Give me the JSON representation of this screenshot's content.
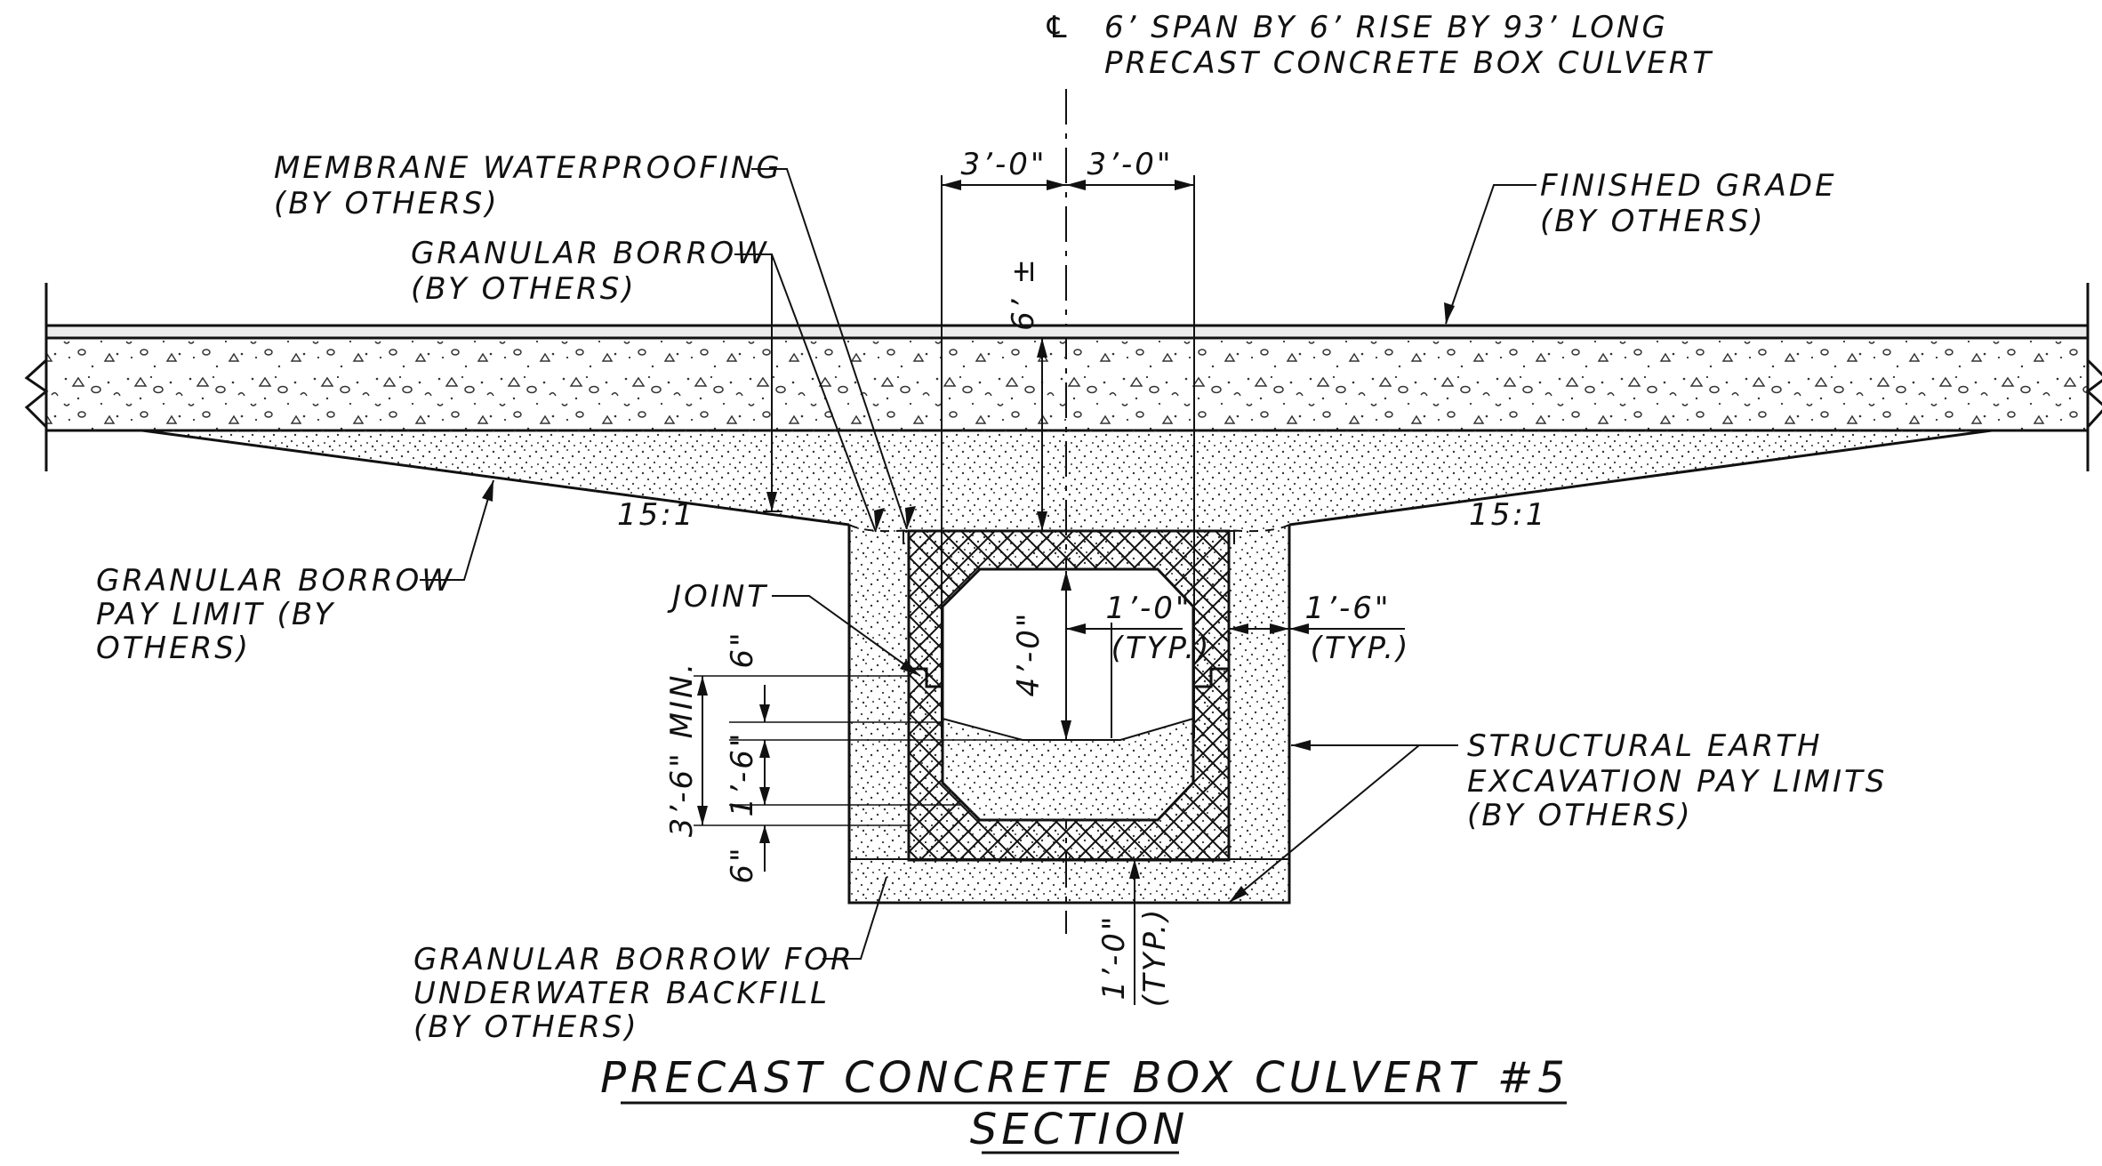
{
  "labels": {
    "centerline_symbol": "℄",
    "culvert_line1": "6’ SPAN BY 6’ RISE  BY 93’ LONG",
    "culvert_line2": "PRECAST CONCRETE  BOX  CULVERT",
    "membrane_line1": "MEMBRANE WATERPROOFING",
    "membrane_line2": "(BY OTHERS)",
    "granular_borrow_line1": "GRANULAR BORROW",
    "granular_borrow_line2": "(BY OTHERS)",
    "finished_grade_line1": "FINISHED GRADE",
    "finished_grade_line2": "(BY OTHERS)",
    "pay_limit_line1": "GRANULAR BORROW",
    "pay_limit_line2": "PAY LIMIT (BY",
    "pay_limit_line3": "OTHERS)",
    "joint": "JOINT",
    "slope_left": "15:1",
    "slope_right": "15:1",
    "structural_line1": "STRUCTURAL EARTH",
    "structural_line2": "EXCAVATION PAY LIMITS",
    "structural_line3": "(BY OTHERS)",
    "underwater_line1": "GRANULAR BORROW FOR",
    "underwater_line2": "UNDERWATER BACKFILL",
    "underwater_line3": "(BY OTHERS)"
  },
  "dimensions": {
    "half_span_left": "3’-0\"",
    "half_span_right": "3’-0\"",
    "cover": "6’ ±",
    "inner_height": "4’-0\"",
    "wall_thickness": "1’-0\"",
    "wall_thickness_typ": "(TYP.)",
    "excavation_offset": "1’-6\"",
    "excavation_offset_typ": "(TYP.)",
    "top_six": "6\"",
    "mid_one_six": "1’-6\"",
    "bottom_six": "6\"",
    "min_depth": "3’-6\" MIN.",
    "bedding": "1’-0\"",
    "bedding_typ": "(TYP.)"
  },
  "title": {
    "line1": "PRECAST CONCRETE  BOX  CULVERT #5",
    "line2": "SECTION"
  }
}
